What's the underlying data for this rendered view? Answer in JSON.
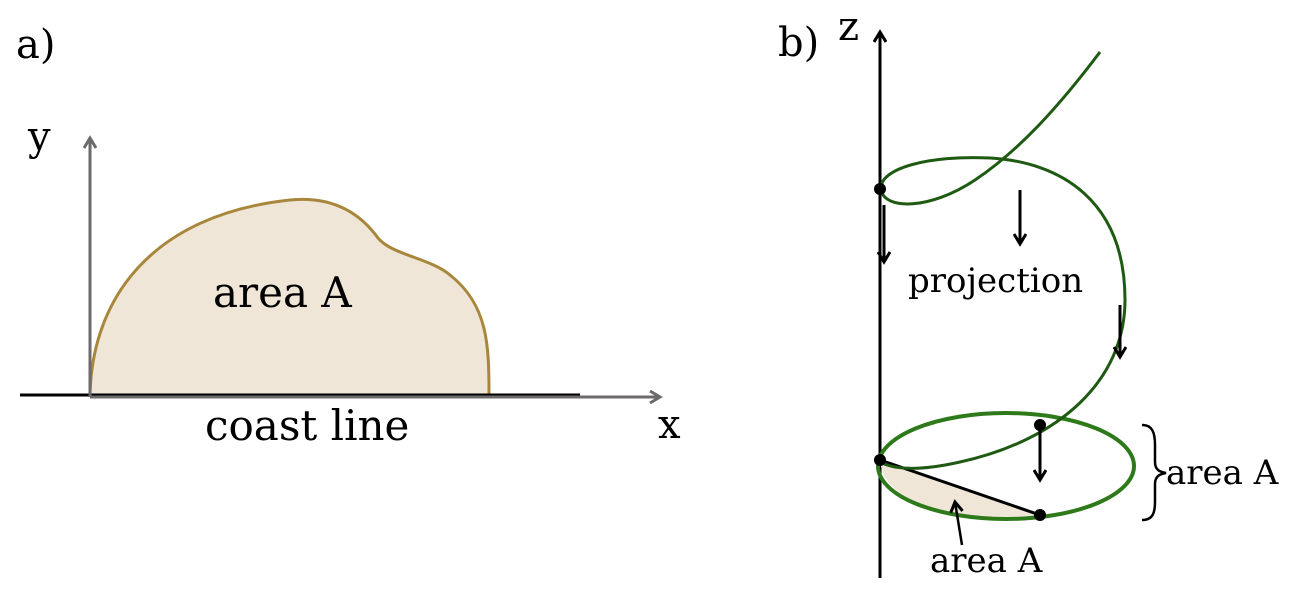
{
  "panels": {
    "a": {
      "label": "a)",
      "y_axis_label": "y",
      "x_axis_label": "x",
      "region_label": "area A",
      "baseline_label": "coast line"
    },
    "b": {
      "label": "b)",
      "z_axis_label": "z",
      "projection_label": "projection",
      "ellipse_area_label": "area A",
      "shaded_area_label": "area A"
    }
  },
  "colors": {
    "axis_gray": "#6d6a6b",
    "region_fill": "#efe6d8",
    "region_stroke": "#a8873d",
    "curve_green": "#1f5a12",
    "ellipse_green": "#2e7a1a",
    "ink": "#000000"
  }
}
